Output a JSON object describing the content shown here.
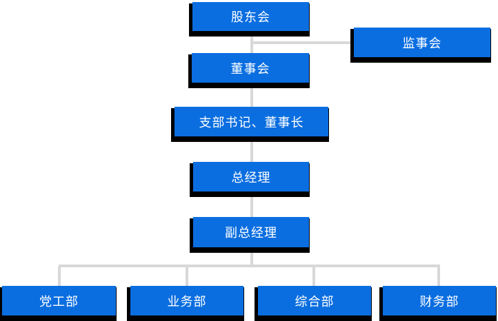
{
  "colors": {
    "box_fill": "#0b6ee0",
    "box_shadow_color": "#000000",
    "box_text_color": "#ffffff",
    "connector_color": "#d8d8d8"
  },
  "chart": {
    "type": "org-diagram",
    "nodes": [
      {
        "id": "shareholders-meeting",
        "label": "股东会"
      },
      {
        "id": "supervisory-board",
        "label": "监事会"
      },
      {
        "id": "board-of-directors",
        "label": "董事会"
      },
      {
        "id": "branch-secretary-chairman",
        "label": "支部书记、董事长"
      },
      {
        "id": "general-manager",
        "label": "总经理"
      },
      {
        "id": "deputy-general-manager",
        "label": "副总经理"
      },
      {
        "id": "party-work-department",
        "label": "党工部"
      },
      {
        "id": "business-department",
        "label": "业务部"
      },
      {
        "id": "general-affairs-department",
        "label": "综合部"
      },
      {
        "id": "finance-department",
        "label": "财务部"
      }
    ],
    "edges": [
      {
        "from": "shareholders-meeting",
        "to": "supervisory-board"
      },
      {
        "from": "shareholders-meeting",
        "to": "board-of-directors"
      },
      {
        "from": "board-of-directors",
        "to": "branch-secretary-chairman"
      },
      {
        "from": "branch-secretary-chairman",
        "to": "general-manager"
      },
      {
        "from": "general-manager",
        "to": "deputy-general-manager"
      },
      {
        "from": "deputy-general-manager",
        "to": "party-work-department"
      },
      {
        "from": "deputy-general-manager",
        "to": "business-department"
      },
      {
        "from": "deputy-general-manager",
        "to": "general-affairs-department"
      },
      {
        "from": "deputy-general-manager",
        "to": "finance-department"
      }
    ]
  }
}
